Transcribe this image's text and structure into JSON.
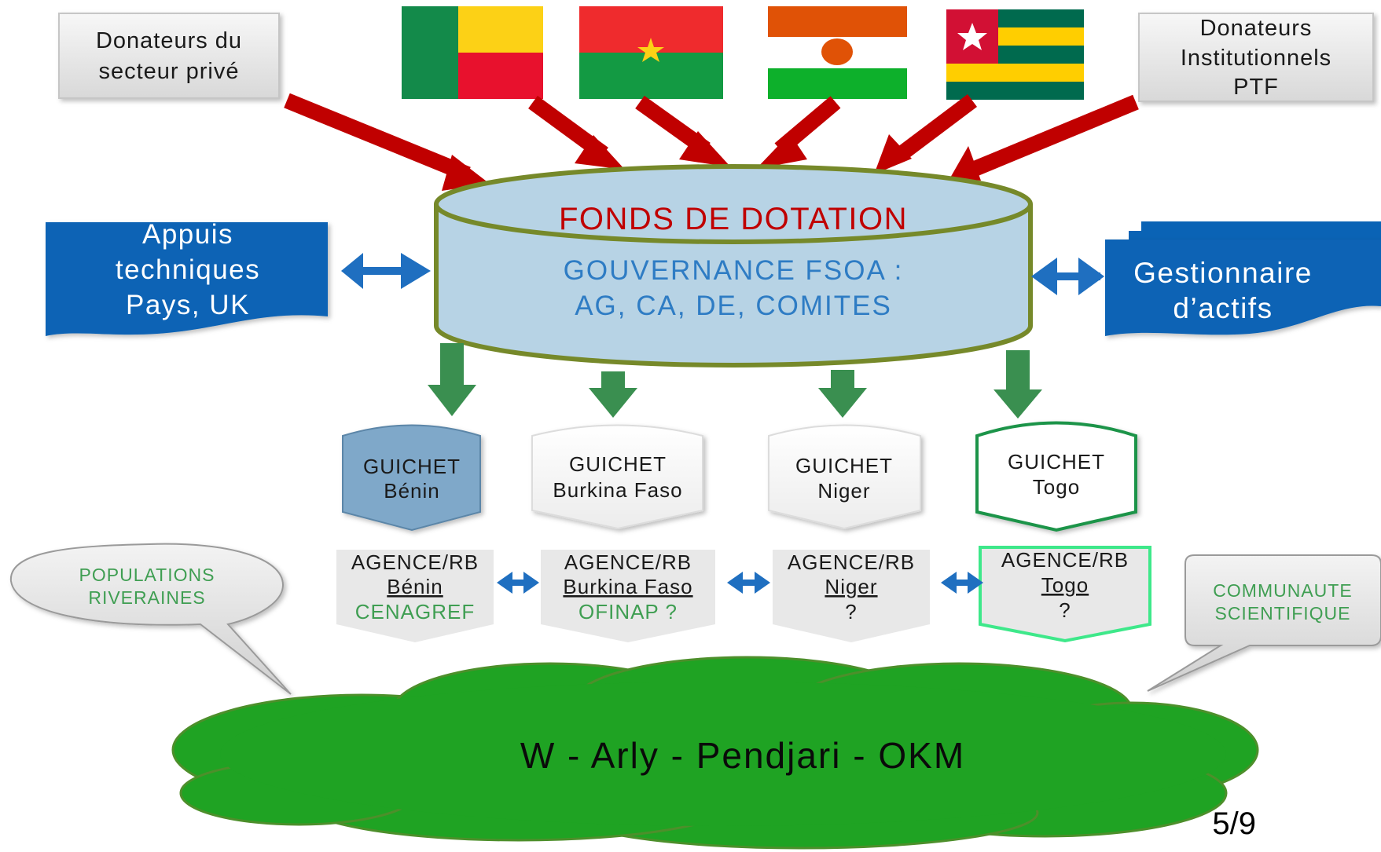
{
  "donors": {
    "private": [
      "Donateurs du",
      "secteur privé"
    ],
    "institutional": [
      "Donateurs",
      "Institutionnels",
      "PTF"
    ]
  },
  "flags": [
    "Benin",
    "Burkina Faso",
    "Niger",
    "Togo"
  ],
  "fund": {
    "title": "FONDS DE DOTATION",
    "gov1": "GOUVERNANCE FSOA :",
    "gov2": "AG, CA, DE, COMITES"
  },
  "left_box": [
    "Appuis",
    "techniques",
    "Pays, UK"
  ],
  "right_box": [
    "Gestionnaire",
    "d’actifs"
  ],
  "guichets": [
    {
      "l1": "GUICHET",
      "l2": "Bénin"
    },
    {
      "l1": "GUICHET",
      "l2": "Burkina Faso"
    },
    {
      "l1": "GUICHET",
      "l2": "Niger"
    },
    {
      "l1": "GUICHET",
      "l2": "Togo"
    }
  ],
  "agences": [
    {
      "l1": "AGENCE/RB",
      "l2": "Bénin",
      "l3": "CENAGREF"
    },
    {
      "l1": "AGENCE/RB",
      "l2": "Burkina Faso",
      "l3": "OFINAP ?"
    },
    {
      "l1": "AGENCE/RB",
      "l2": "Niger",
      "l3": "?"
    },
    {
      "l1": "AGENCE/RB",
      "l2": "Togo",
      "l3": "?"
    }
  ],
  "populations": [
    "POPULATIONS",
    "RIVERAINES"
  ],
  "communaute": [
    "COMMUNAUTE",
    "SCIENTIFIQUE"
  ],
  "cloud_text": "W - Arly - Pendjari - OKM",
  "page_number": "5/9",
  "colors": {
    "red_arrow": "#c00000",
    "green_arrow": "#3a8f50",
    "blue_arrow": "#1f6fc0",
    "fund_fill": "#b7d3e5",
    "fund_border": "#76892a",
    "blue_box": "#0a63b5",
    "cloud_green": "#1fa323"
  }
}
